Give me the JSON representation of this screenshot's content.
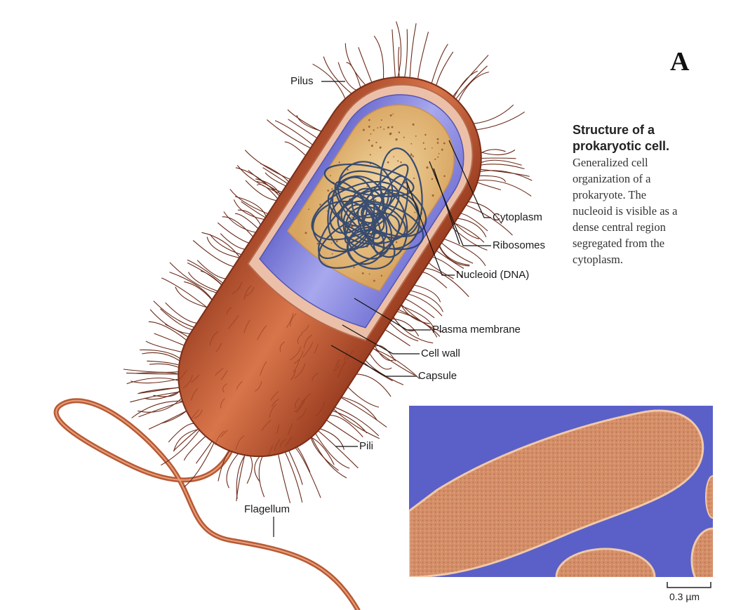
{
  "diagram": {
    "panel_letter": "A",
    "caption": {
      "title_line1": "Structure of a",
      "title_line2": "prokaryotic cell.",
      "body_lines": [
        "Generalized cell",
        "organization of a",
        "prokaryote. The",
        "nucleoid is visible as a",
        "dense central region",
        "segregated from the",
        "cytoplasm."
      ]
    },
    "labels": {
      "pilus": "Pilus",
      "cytoplasm": "Cytoplasm",
      "ribosomes": "Ribosomes",
      "nucleoid": "Nucleoid (DNA)",
      "plasma_membrane": "Plasma membrane",
      "cell_wall": "Cell wall",
      "capsule": "Capsule",
      "pili": "Pili",
      "flagellum": "Flagellum"
    },
    "micrograph": {
      "scale_bar_label": "0.3 µm"
    },
    "colors": {
      "capsule": "#c85f3a",
      "cell_wall": "#e8b7a0",
      "membrane": "#8f8fe0",
      "cytoplasm": "#e9c78a",
      "dna": "#27406e",
      "micrograph_bg": "#5a60c8",
      "micrograph_cell": "#d9906a"
    }
  }
}
